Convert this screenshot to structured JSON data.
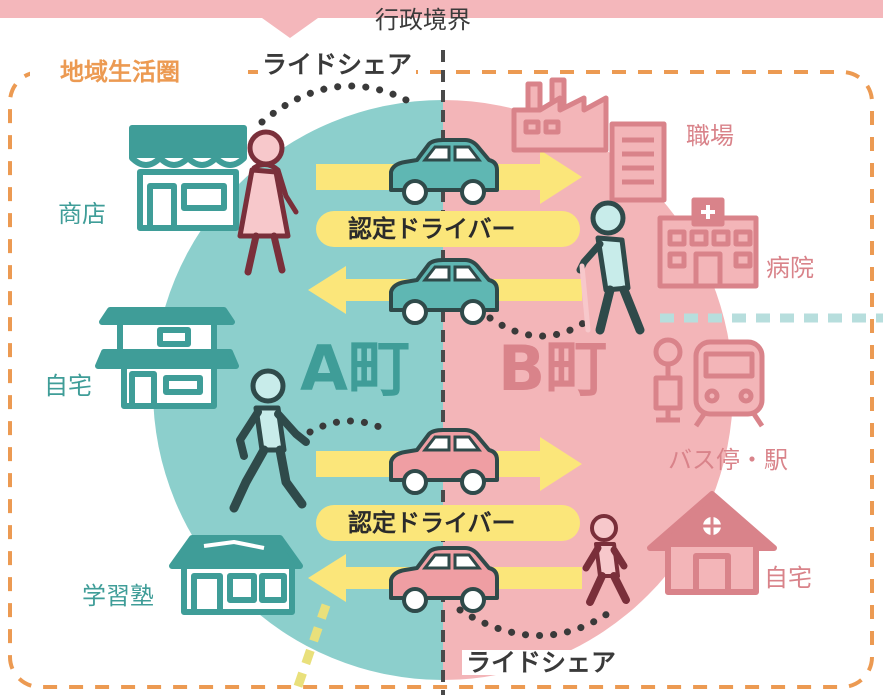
{
  "labels": {
    "boundary": "行政境界",
    "region": "地域生活圏",
    "rideshare_top": "ライドシェア",
    "rideshare_bottom": "ライドシェア",
    "driver_top": "認定ドライバー",
    "driver_bottom": "認定ドライバー",
    "town_a": "A町",
    "town_b": "B町",
    "left": {
      "shop": "商店",
      "home": "自宅",
      "cram_school": "学習塾"
    },
    "right": {
      "workplace": "職場",
      "hospital": "病院",
      "station": "バス停・駅",
      "home": "自宅"
    }
  },
  "colors": {
    "teal": "#8ccfcc",
    "teal_dark": "#3f9d98",
    "pink": "#f3b5b8",
    "pink_dark": "#d9838a",
    "orange": "#ec9a52",
    "arrow": "#fbe67a",
    "pill": "#fbe67a",
    "header": "#f4b7bb"
  },
  "icons": [
    "shop-icon",
    "house-icon",
    "cram-school-icon",
    "factory-icon",
    "office-building-icon",
    "hospital-icon",
    "bus-stop-icon",
    "train-icon",
    "pink-house-icon",
    "car-icon",
    "woman-walking-icon",
    "elderly-cane-icon",
    "man-walking-icon",
    "child-walking-icon"
  ]
}
